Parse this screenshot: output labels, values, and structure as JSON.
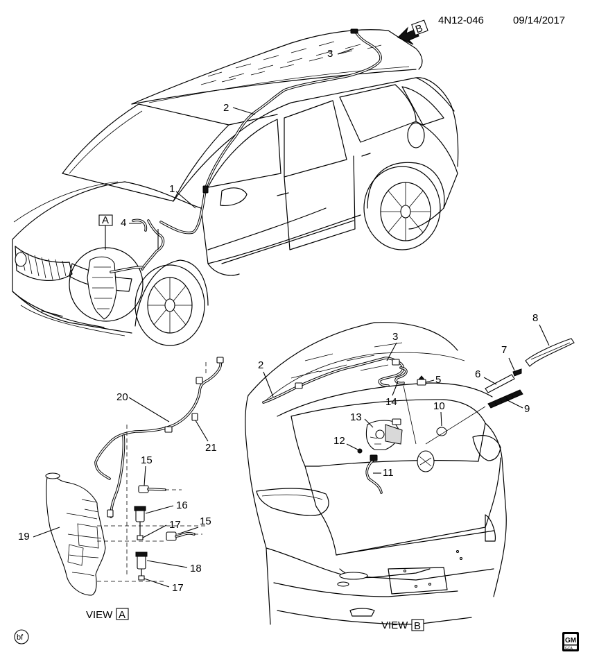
{
  "header": {
    "code": "4N12-046",
    "date": "09/14/2017"
  },
  "view_markers": {
    "a": "A",
    "b": "B"
  },
  "callouts": {
    "c1": "1",
    "c2": "2",
    "c3": "3",
    "c4": "4",
    "c2b": "2",
    "c3b": "3",
    "c5": "5",
    "c6": "6",
    "c7": "7",
    "c8": "8",
    "c9": "9",
    "c10": "10",
    "c11": "11",
    "c12": "12",
    "c13": "13",
    "c14": "14",
    "c15a": "15",
    "c15b": "15",
    "c16": "16",
    "c17a": "17",
    "c17b": "17",
    "c18": "18",
    "c19": "19",
    "c20": "20",
    "c21": "21"
  },
  "views": {
    "view_a_prefix": "VIEW",
    "view_a_letter": "A",
    "view_b_prefix": "VIEW",
    "view_b_letter": "B"
  },
  "footer": {
    "author_tag": "bf",
    "logo_top": "GM",
    "logo_bottom": "GCA"
  }
}
